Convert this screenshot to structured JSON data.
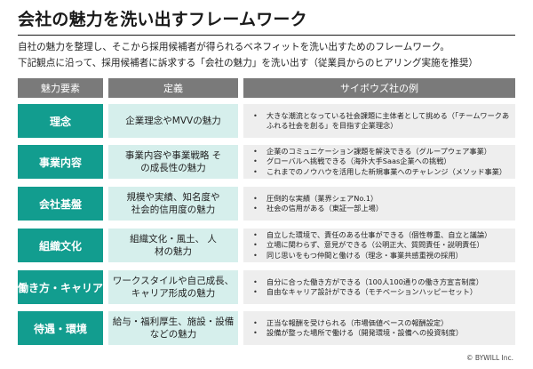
{
  "title": "会社の魅力を洗い出すフレームワーク",
  "intro": [
    "自社の魅力を整理し、そこから採用候補者が得られるベネフィットを洗い出すためのフレームワーク。",
    "下記観点に沿って、採用候補者に訴求する「会社の魅力」を洗い出す（従業員からのヒアリング実施を推奨）"
  ],
  "headers": {
    "category": "魅力要素",
    "definition": "定義",
    "example": "サイボウズ社の例"
  },
  "rows": [
    {
      "category": "理念",
      "definition": "企業理念やMVVの魅力",
      "examples": [
        "大きな潮流となっている社会課題に主体者として挑める（「チームワークあふれる社会を創る」を目指す企業理念）"
      ]
    },
    {
      "category": "事業内容",
      "definition": "事業内容や事業戦略 その成長性の魅力",
      "examples": [
        "企業のコミュニケーション課題を解決できる（グループウェア事業）",
        "グローバルへ挑戦できる（海外大手Saas企業への挑戦）",
        "これまでのノウハウを活用した新規事業へのチャレンジ（メソッド事業）"
      ]
    },
    {
      "category": "会社基盤",
      "definition": "規模や実績、知名度や 社会的信用度の魅力",
      "examples": [
        "圧倒的な実績（業界シェアNo.1）",
        "社会の信用がある（東証一部上場）"
      ]
    },
    {
      "category": "組織文化",
      "definition": "組織文化・風土、 人材の魅力",
      "examples": [
        "自立した環境で、責任のある仕事ができる（個性尊重、自立と議論）",
        "立場に関わらず、意見ができる（公明正大、質問責任・説明責任）",
        "同じ思いをもつ仲間と働ける（理念・事業共感重視の採用）"
      ]
    },
    {
      "category": "働き方・キャリア",
      "definition": "ワークスタイルや自己成長、 キャリア形成の魅力",
      "examples": [
        "自分に合った働き方ができる（100人100通りの働き方宣言制度）",
        "自由なキャリア設計ができる（モチベーションハッピーセット）"
      ]
    },
    {
      "category": "待遇・環境",
      "definition": "給与・福利厚生、施設・設備 などの魅力",
      "examples": [
        "正当な報酬を受けられる（市場価値ベースの報酬設定）",
        "設備が整った場所で働ける（開発環境・設備への投資制度）"
      ]
    }
  ],
  "copyright": "© BYWILL Inc.",
  "colors": {
    "category_bg": "#129d8f",
    "definition_bg": "#d6efec",
    "example_bg": "#eeeeee",
    "header_bg": "#7a7a7a"
  }
}
